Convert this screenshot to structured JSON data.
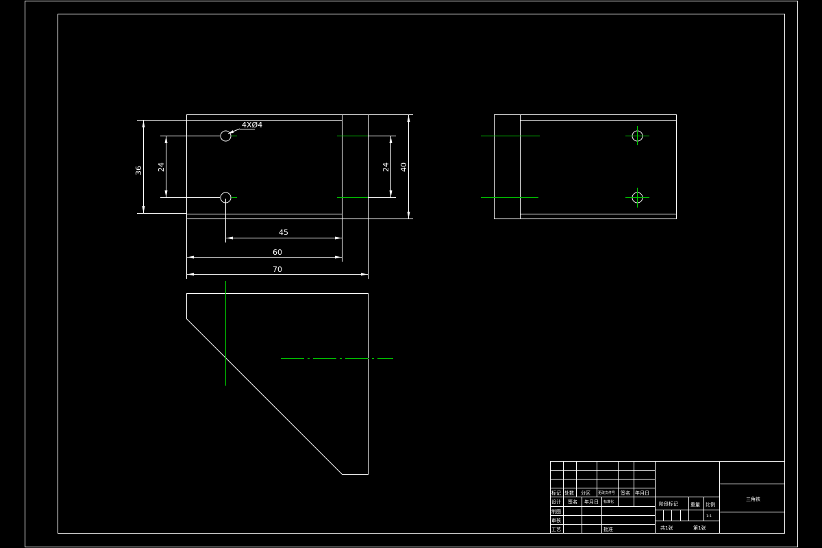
{
  "front_view": {
    "hole_callout": "4XØ4",
    "dim_36": "36",
    "dim_24_left": "24",
    "dim_24_right": "24",
    "dim_40": "40",
    "dim_45": "45",
    "dim_60": "60",
    "dim_70": "70"
  },
  "title_block": {
    "header_labels": [
      "标记",
      "处数",
      "分区",
      "更改文件号",
      "签名",
      "年月日"
    ],
    "design": "设计",
    "standardized": "标准化",
    "date": "年月日",
    "signature": "签名",
    "drawing": "制图",
    "review": "审核",
    "process": "工艺",
    "approve": "批准",
    "stage_mark": "阶段标记",
    "weight": "重量",
    "scale_label": "比例",
    "scale_value": "1:1",
    "total_sheets": "共1张",
    "sheet_no": "第1张",
    "drawing_title": "三角铁"
  }
}
